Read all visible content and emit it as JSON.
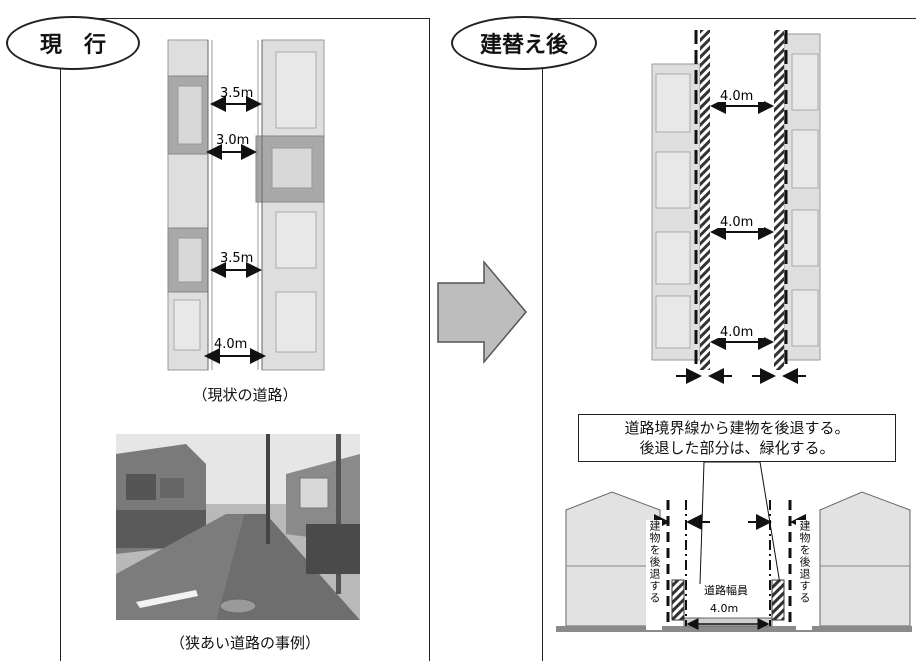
{
  "left": {
    "title": "現　行",
    "widths": [
      "3.5m",
      "3.0m",
      "3.5m",
      "4.0m"
    ],
    "caption_map": "（現状の道路）",
    "caption_photo": "（狭あい道路の事例）"
  },
  "right": {
    "title": "建替え後",
    "widths": [
      "4.0m",
      "4.0m",
      "4.0m"
    ],
    "note_line1": "道路境界線から建物を後退する。",
    "note_line2": "後退した部分は、緑化する。",
    "setback_text": "建物を後退する",
    "road_width_label": "道路幅員",
    "road_width_value": "4.0m"
  },
  "colors": {
    "line": "#222222",
    "block_light": "#dedede",
    "block_dark": "#a9a9a9",
    "arrow_fill": "#bdbdbd"
  }
}
